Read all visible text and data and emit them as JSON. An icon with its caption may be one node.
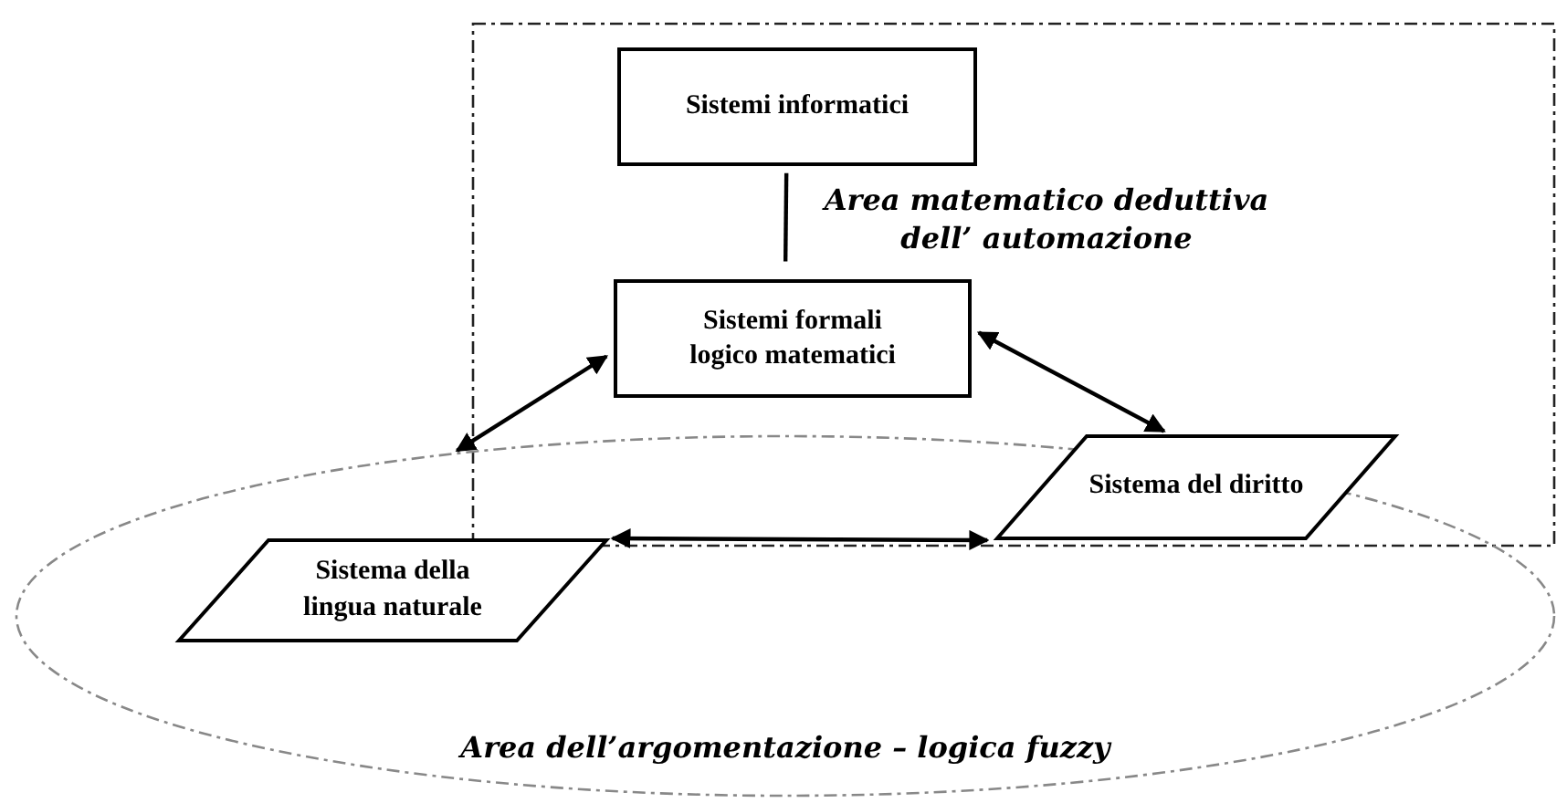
{
  "diagram": {
    "nodes": [
      {
        "text": [
          "Area matematico deduttiva dell’ automazione"
        ]
      },
      {
        "text": [
          "Sistemi informatici"
        ],
        "in": 0
      },
      {
        "text": [
          "Sistemi formali logico matematici"
        ],
        "in": 0
      },
      {
        "text": [
          "Area dell’argomentazione – logica fuzzy"
        ]
      },
      {
        "text": [
          "Sistema della lingua naturale"
        ],
        "in": 3
      },
      {
        "text": [
          "Sistema del diritto"
        ]
      }
    ],
    "edges": [
      {
        "from": 1,
        "to": 2,
        "arrow": "none"
      },
      {
        "from": 3,
        "to": 2,
        "arrow": "both"
      },
      {
        "from": 2,
        "to": 5,
        "arrow": "both"
      },
      {
        "from": 4,
        "to": 5,
        "arrow": "both"
      }
    ]
  }
}
